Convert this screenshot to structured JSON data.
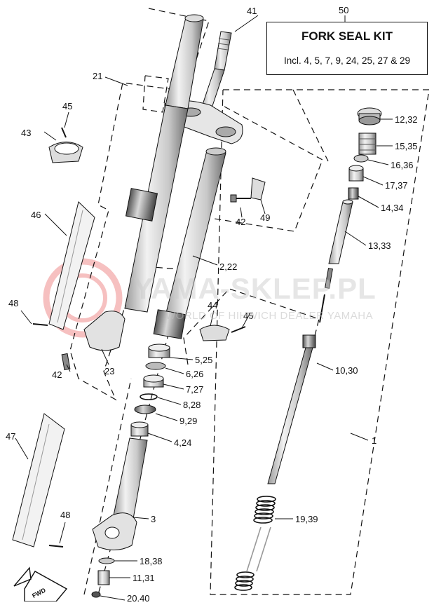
{
  "kit": {
    "number": "50",
    "title": "FORK SEAL KIT",
    "includes": "Incl. 4, 5, 7, 9, 24, 25, 27 & 29"
  },
  "watermark": {
    "main": "YAMA-SKLEP.PL",
    "sub": "WORLD OF HIHWICH DEALER YAMAHA"
  },
  "fwd_label": "FWD",
  "callouts": [
    {
      "id": "c41",
      "text": "41"
    },
    {
      "id": "c21",
      "text": "21"
    },
    {
      "id": "c45a",
      "text": "45"
    },
    {
      "id": "c43",
      "text": "43"
    },
    {
      "id": "c46",
      "text": "46"
    },
    {
      "id": "c48a",
      "text": "48"
    },
    {
      "id": "c42a",
      "text": "42"
    },
    {
      "id": "c23",
      "text": "23"
    },
    {
      "id": "c47",
      "text": "47"
    },
    {
      "id": "c48b",
      "text": "48"
    },
    {
      "id": "c12",
      "text": "12,32"
    },
    {
      "id": "c15",
      "text": "15,35"
    },
    {
      "id": "c16",
      "text": "16,36"
    },
    {
      "id": "c17",
      "text": "17,37"
    },
    {
      "id": "c14",
      "text": "14,34"
    },
    {
      "id": "c13",
      "text": "13,33"
    },
    {
      "id": "c42b",
      "text": "42"
    },
    {
      "id": "c49",
      "text": "49"
    },
    {
      "id": "c2",
      "text": "2,22"
    },
    {
      "id": "c44",
      "text": "44"
    },
    {
      "id": "c45b",
      "text": "45"
    },
    {
      "id": "c10",
      "text": "10,30"
    },
    {
      "id": "c1",
      "text": "1"
    },
    {
      "id": "c5",
      "text": "5,25"
    },
    {
      "id": "c6",
      "text": "6,26"
    },
    {
      "id": "c7",
      "text": "7,27"
    },
    {
      "id": "c8",
      "text": "8,28"
    },
    {
      "id": "c9",
      "text": "9,29"
    },
    {
      "id": "c4",
      "text": "4,24"
    },
    {
      "id": "c3",
      "text": "3"
    },
    {
      "id": "c19",
      "text": "19,39"
    },
    {
      "id": "c18",
      "text": "18,38"
    },
    {
      "id": "c11",
      "text": "11,31"
    },
    {
      "id": "c20",
      "text": "20,40"
    }
  ],
  "colors": {
    "line": "#111111",
    "watermark_red": "#e02020"
  }
}
